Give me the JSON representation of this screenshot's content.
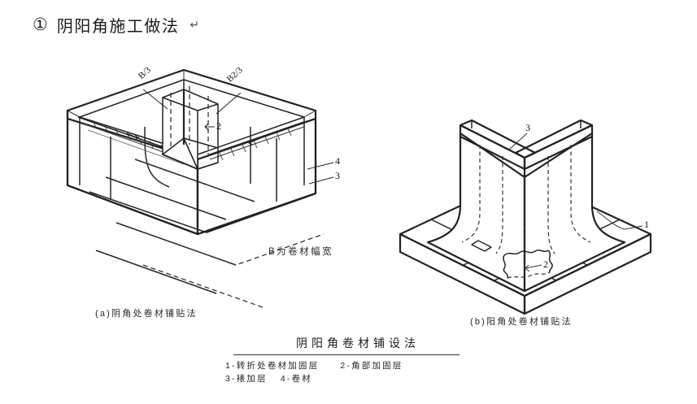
{
  "heading": {
    "number": "①",
    "title": "阴阳角施工做法",
    "pilcrow": "↵"
  },
  "figures": [
    {
      "id": "a",
      "caption": "(a)阴角处卷材铺贴法",
      "dimension_labels": [
        "B/3",
        "B2/3"
      ],
      "callouts": [
        "2",
        "4",
        "3"
      ],
      "note": "B为卷材幅宽"
    },
    {
      "id": "b",
      "caption": "(b)阳角处卷材铺贴法",
      "callouts": [
        "3",
        "1",
        "2"
      ]
    }
  ],
  "legend": {
    "title": "阴阳角卷材铺设法",
    "items": [
      {
        "key": "1",
        "label": "转折处卷材加固层"
      },
      {
        "key": "2",
        "label": "角部加固层"
      },
      {
        "key": "3",
        "label": "裱加层"
      },
      {
        "key": "4",
        "label": "卷材"
      }
    ],
    "rows": [
      [
        "1-转折处卷材加固层",
        "2-角部加固层"
      ],
      [
        "3-裱加层",
        "4-卷材"
      ]
    ]
  },
  "colors": {
    "ink": "#1a1a1a",
    "line": "#2b2b2b",
    "dashed": "#3a3a3a",
    "fill": "#ffffff",
    "speckle": "#555555",
    "background": "#ffffff"
  }
}
